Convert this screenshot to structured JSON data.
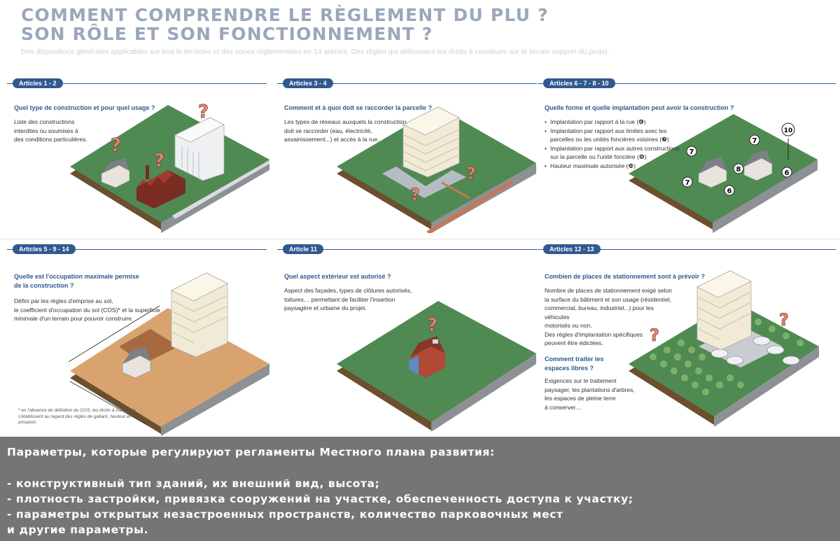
{
  "header": {
    "title_line1": "COMMENT COMPRENDRE LE RÈGLEMENT DU PLU ?",
    "title_line2": "SON RÔLE ET SON FONCTIONNEMENT ?",
    "subtitle": "Des dispositions générales applicables sur tout le territoire et des zones réglementées en 14 articles. Des règles qui définissent les droits à construire sur le terrain support du projet."
  },
  "panels": [
    {
      "tag": "Articles 1 - 2",
      "question": "Quel type de construction et pour quel usage ?",
      "desc": [
        "Liste des constructions",
        "interdites ou soumises à",
        "des conditions particulières."
      ]
    },
    {
      "tag": "Articles 3 - 4",
      "question": "Comment et à quoi doit se raccorder la parcelle ?",
      "desc": [
        "Les types de réseaux auxquels la construction",
        "doit se raccorder (eau, électricité,",
        "assainissement...) et accès à la rue."
      ]
    },
    {
      "tag": "Articles 6 - 7 - 8 - 10",
      "question": "Quelle forme et quelle implantation peut avoir la construction ?",
      "bullets": [
        "Implantation par rapport à la rue (❻)",
        "Implantation par rapport aux limites avec les parcelles ou les unités foncières voisines (❼)",
        "Implantation par rapport aux autres constructions sur la parcelle ou l'unité foncière (❽)",
        "Hauteur maximale autorisée (❿)"
      ],
      "numbers": [
        "7",
        "7",
        "7",
        "8",
        "6",
        "6",
        "10"
      ]
    },
    {
      "tag": "Articles 5 - 9 - 14",
      "question": "Quelle est l'occupation maximale permise de la construction ?",
      "desc": [
        "Défini par les règles d'emprise au sol,",
        "le coefficient d'occupation du sol (COS)* et la superficie",
        "minimale d'un terrain pour pouvoir construire."
      ],
      "footnote": "* en l'absence de définition du COS, les droits à construire s'établissent au regard des règles de gabarit, hauteur et prospect."
    },
    {
      "tag": "Article 11",
      "question": "Quel aspect extérieur est autorisé ?",
      "desc": [
        "Aspect des façades, types de clôtures autorisés,",
        "toitures… permettant de faciliter l'insertion",
        "paysagère et urbaine du projet."
      ]
    },
    {
      "tag": "Articles 12 - 13",
      "question": "Combien de places de stationnement sont à prévoir ?",
      "desc": [
        "Nombre de places de stationnement exigé selon",
        "la surface du bâtiment et son usage (résidentiel,",
        "commercial, bureau, industriel...) pour les véhicules",
        "motorisés ou non.",
        "Des règles d'implantation spécifiques",
        "peuvent être édictées."
      ],
      "question2": "Comment traiter les espaces libres ?",
      "desc2": [
        "Exigences sur le traitement",
        "paysager, les plantations d'arbres,",
        "les espaces de pleine terre",
        "à conserver…"
      ]
    }
  ],
  "colors": {
    "blue": "#2f5a8f",
    "grass": "#4f8a52",
    "soil": "#6b4f2e",
    "ochre": "#d9a36f",
    "question_mark": "#c0392b"
  },
  "bottom": {
    "heading": "Параметры, которые регулируют регламенты Местного плана развития:",
    "lines": [
      "- конструктивный тип зданий, их внешний вид, высота;",
      "- плотность застройки, привязка сооружений на участке, обеспеченность доступа к участку;",
      "- параметры открытых незастроенных пространств, количество парковочных мест",
      "и другие параметры."
    ]
  }
}
